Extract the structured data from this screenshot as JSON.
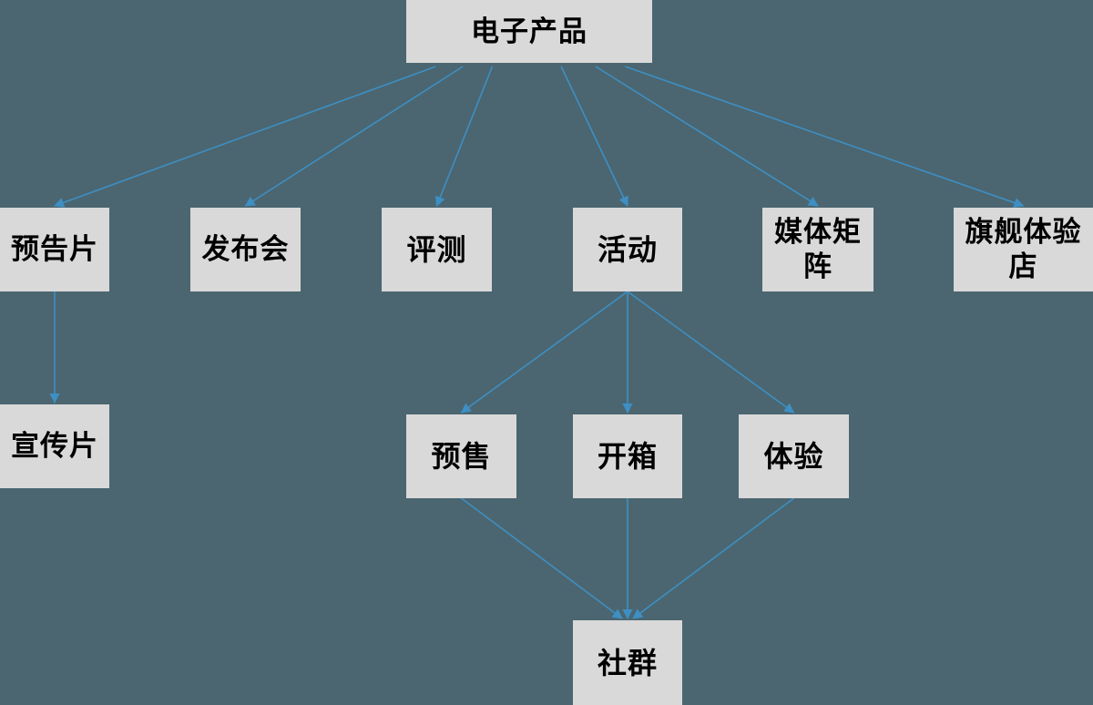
{
  "colors": {
    "background": "#4b6670",
    "node_fill": "#d9d9d9",
    "node_text": "#000000",
    "arrow": "#3d8fc4"
  },
  "nodes": {
    "root": "电子产品",
    "trailer": "预告片",
    "launch": "发布会",
    "review": "评测",
    "activity": "活动",
    "media": "媒体矩阵",
    "flagship": "旗舰体验店",
    "promo": "宣传片",
    "presale": "预售",
    "unboxing": "开箱",
    "experience": "体验",
    "community": "社群"
  },
  "edges": [
    [
      "root",
      "trailer"
    ],
    [
      "root",
      "launch"
    ],
    [
      "root",
      "review"
    ],
    [
      "root",
      "activity"
    ],
    [
      "root",
      "media"
    ],
    [
      "root",
      "flagship"
    ],
    [
      "trailer",
      "promo"
    ],
    [
      "activity",
      "presale"
    ],
    [
      "activity",
      "unboxing"
    ],
    [
      "activity",
      "experience"
    ],
    [
      "presale",
      "community"
    ],
    [
      "unboxing",
      "community"
    ],
    [
      "experience",
      "community"
    ]
  ]
}
